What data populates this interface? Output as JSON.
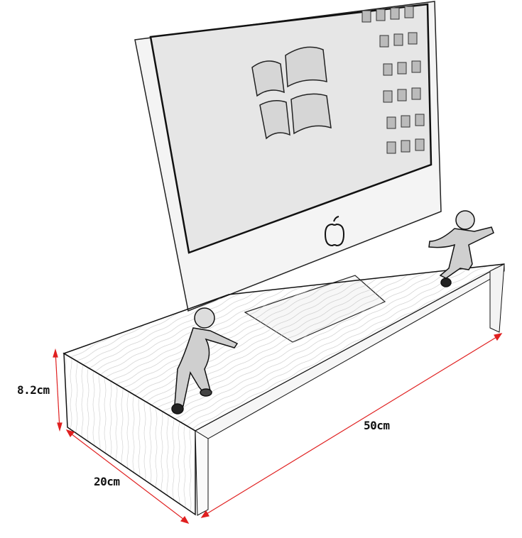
{
  "dimensions": {
    "height": "8.2cm",
    "length": "50cm",
    "depth": "20cm"
  },
  "colors": {
    "dimension_line": "#e02020",
    "outline": "#111111",
    "wood": "#f2f2f2"
  }
}
